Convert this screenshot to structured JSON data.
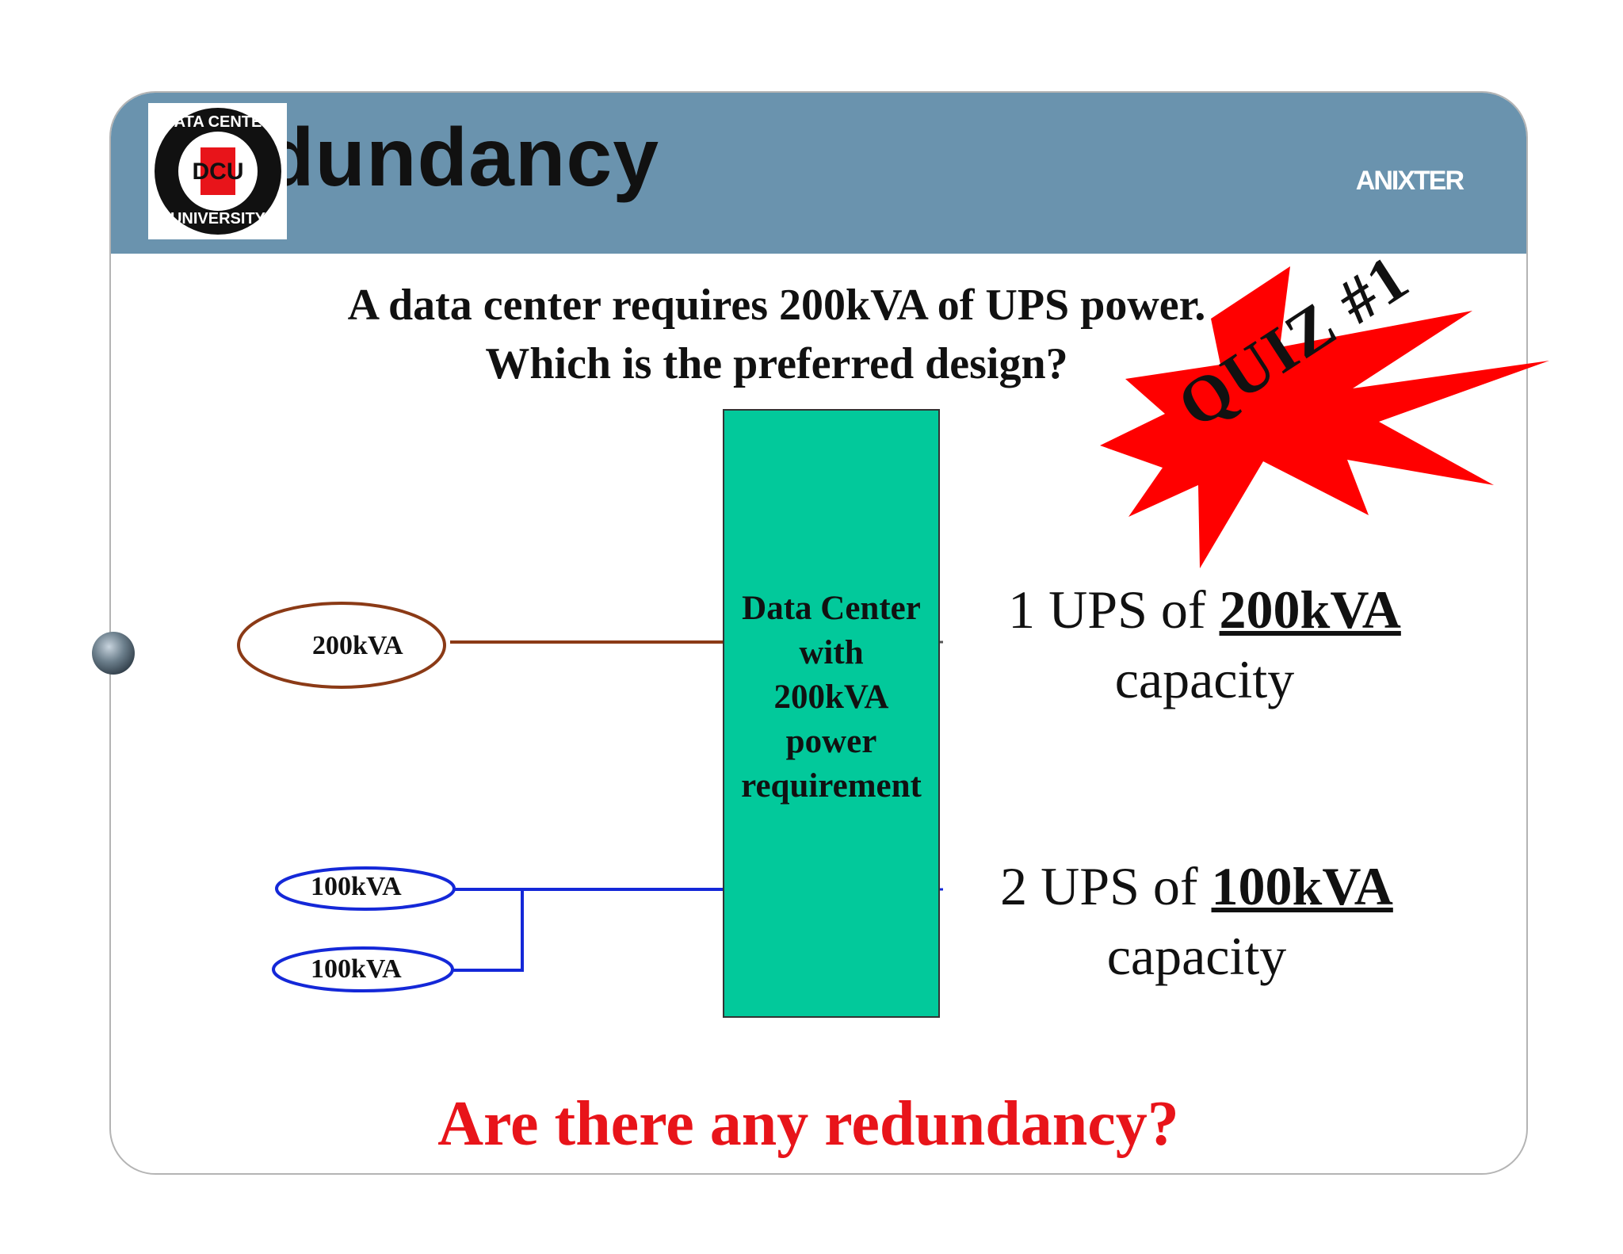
{
  "header": {
    "title": "Redundancy",
    "brand": "ANIXTER"
  },
  "logo": {
    "text": "DATA CENTER UNIVERSITY",
    "monogram": "DCU"
  },
  "question": {
    "line1": "A data center requires 200kVA of UPS power.",
    "line2": "Which is the preferred design?"
  },
  "badge": {
    "text": "QUIZ #1",
    "color": "#ff0000"
  },
  "center_box": {
    "lines": [
      "Data Center",
      "with",
      "200kVA",
      "power",
      "requirement"
    ],
    "color": "#02c99b"
  },
  "ups_nodes": {
    "top": "200kVA",
    "bottom1": "100kVA",
    "bottom2": "100kVA"
  },
  "options": [
    {
      "prefix": "1 UPS of ",
      "value": "200kVA",
      "suffix": "capacity"
    },
    {
      "prefix": "2 UPS of ",
      "value": "100kVA",
      "suffix": "capacity"
    }
  ],
  "footer_question": "Are there any redundancy?",
  "colors": {
    "header": "#6a93ae",
    "line_top": "#8b3a16",
    "line_bottom": "#1428d8",
    "footer_text": "#e8141a"
  }
}
